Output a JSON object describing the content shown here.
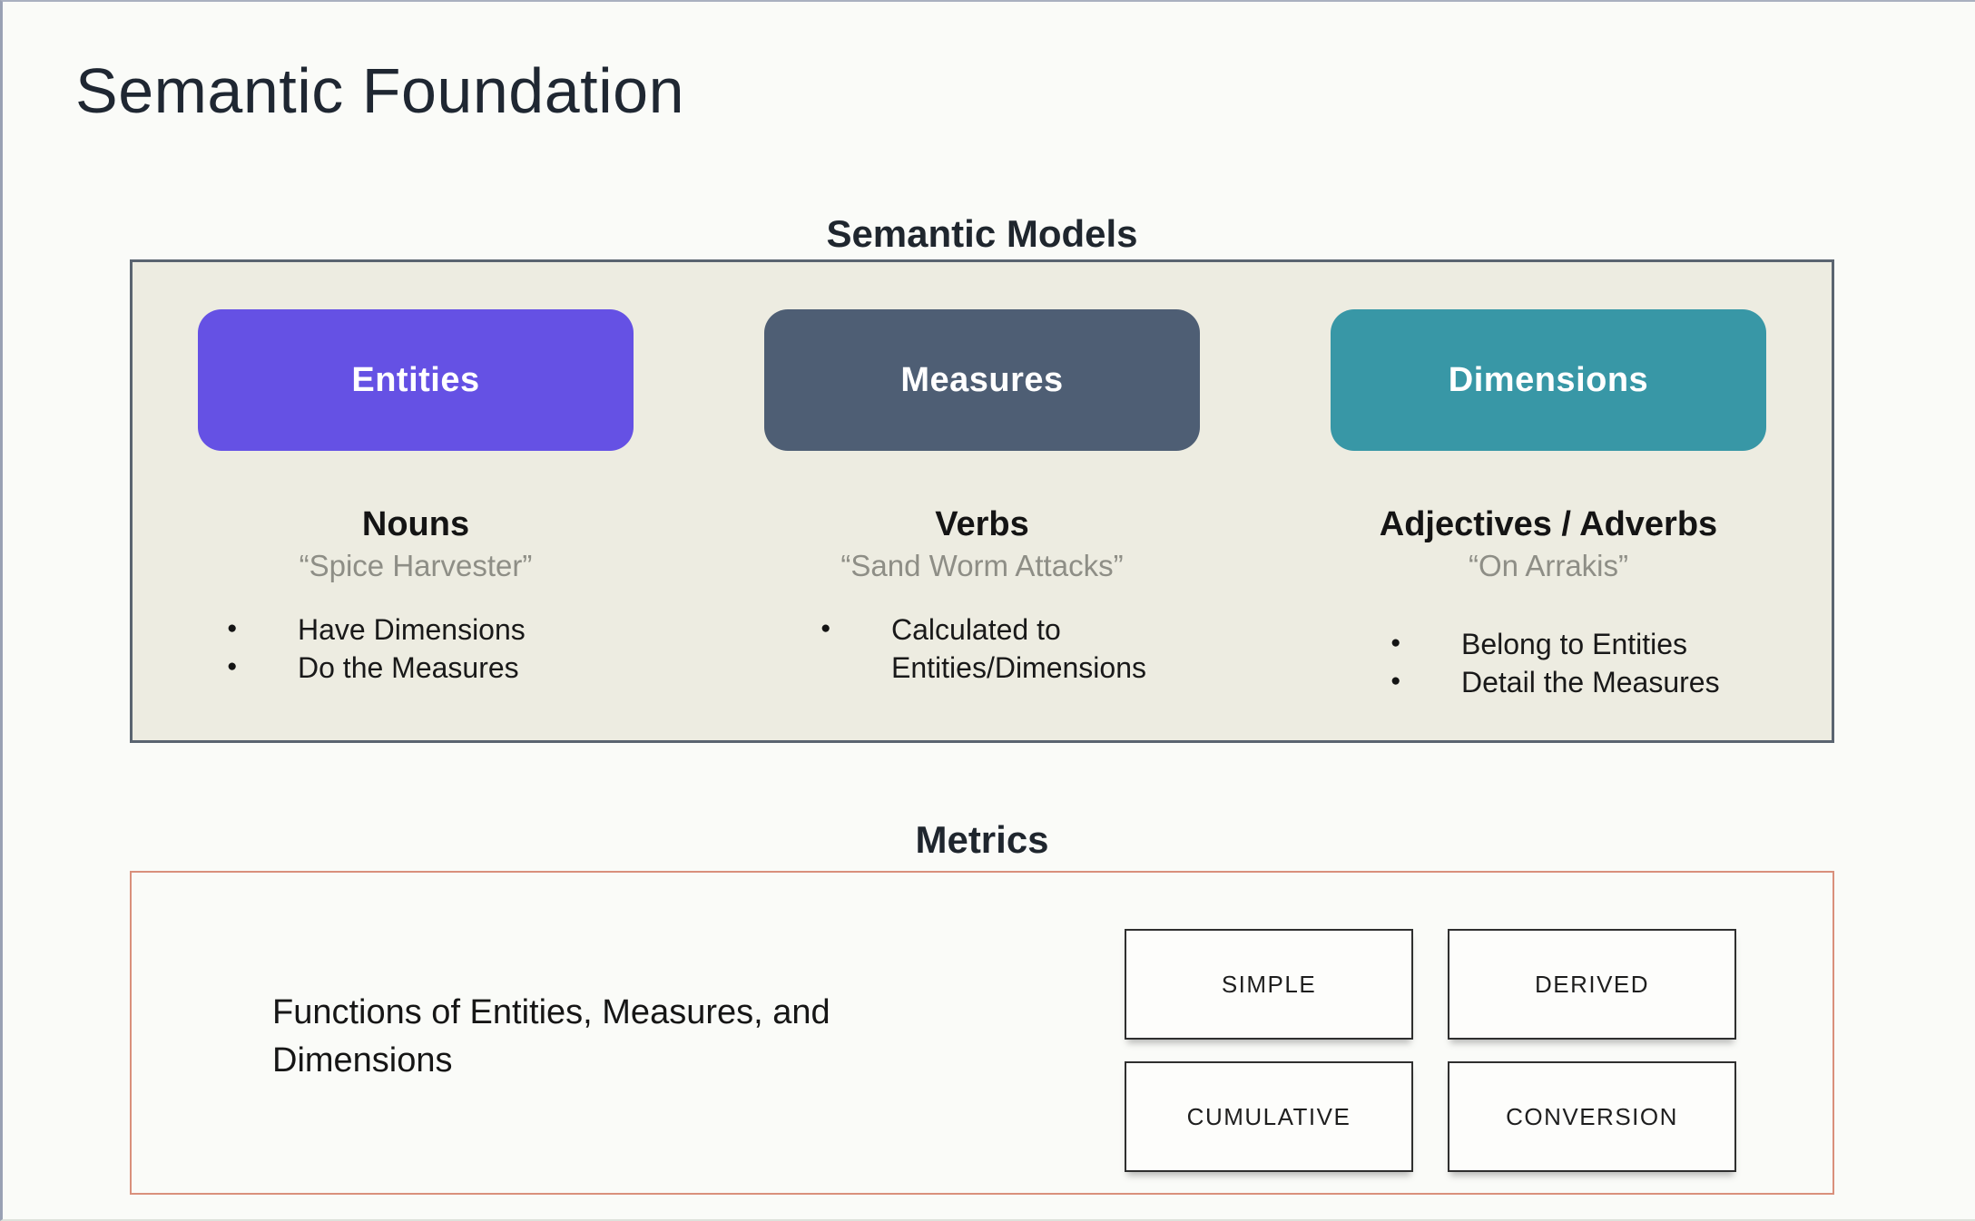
{
  "page": {
    "title": "Semantic Foundation"
  },
  "semantic_models": {
    "label": "Semantic Models",
    "columns": [
      {
        "pill": "Entities",
        "pill_color": "#6551E4",
        "role": "Nouns",
        "example": "“Spice Harvester”",
        "bullets": [
          "Have Dimensions",
          "Do the Measures"
        ]
      },
      {
        "pill": "Measures",
        "pill_color": "#4E5E74",
        "role": "Verbs",
        "example": "“Sand Worm Attacks”",
        "bullets": [
          "Calculated to Entities/Dimensions"
        ]
      },
      {
        "pill": "Dimensions",
        "pill_color": "#3897A6",
        "role": "Adjectives / Adverbs",
        "example": "“On Arrakis”",
        "bullets": [
          "Belong to Entities",
          "Detail the Measures"
        ]
      }
    ]
  },
  "metrics": {
    "label": "Metrics",
    "border_color": "#D9907C",
    "description": "Functions of Entities, Measures, and Dimensions",
    "types": [
      "SIMPLE",
      "DERIVED",
      "CUMULATIVE",
      "CONVERSION"
    ]
  }
}
